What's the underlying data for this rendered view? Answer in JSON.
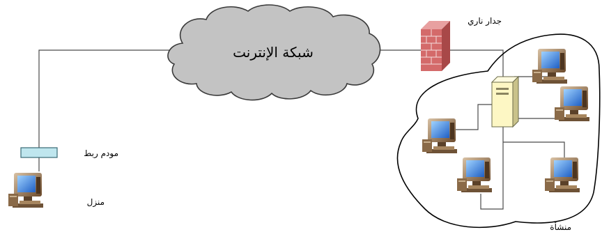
{
  "labels": {
    "internet": "شبكة الإنترنت",
    "firewall": "جدار ناري",
    "modem": "مودم ربط",
    "home": "منزل",
    "organization": "منشأة"
  },
  "colors": {
    "cloud_fill": "#c3c3c3",
    "cloud_stroke": "#3a3a3a",
    "line": "#4a4a4a",
    "firewall": "#d46a6a",
    "modem_fill": "#bfe6ee",
    "server_fill": "#fdf7c4",
    "monitor_screen": "#2a7fd4",
    "monitor_body": "#7a5a3a"
  }
}
